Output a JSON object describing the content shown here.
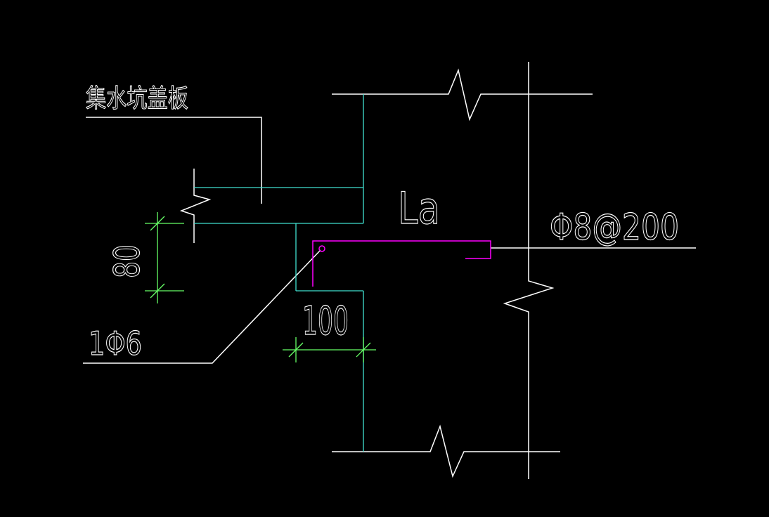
{
  "colors": {
    "background": "#000000",
    "annotation": "#ffffff",
    "concrete_outline": "#40e0d0",
    "rebar": "#ff00ff",
    "dimension": "#66ff66"
  },
  "labels": {
    "cover_plate": "集水坑盖板",
    "anchorage": "La",
    "distribution_bar": "Φ8@200",
    "single_bar": "1Φ6"
  },
  "dimensions": {
    "vertical": "80",
    "horizontal": "100"
  }
}
